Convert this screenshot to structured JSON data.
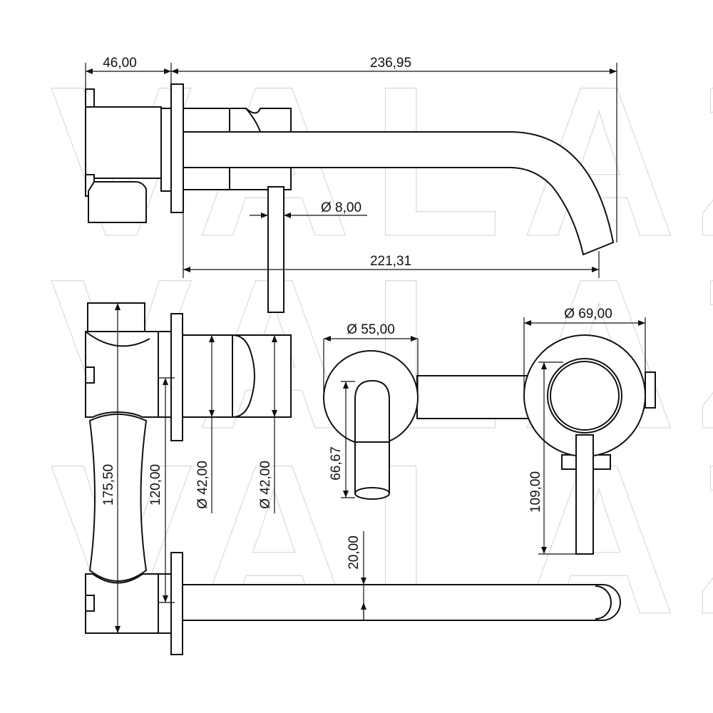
{
  "watermark": {
    "text": "VALAZ"
  },
  "dimensions": {
    "body_depth": "46,00",
    "overall_length": "236,95",
    "handle_diameter": "Ø 8,00",
    "spout_projection": "221,31",
    "body_height": "175,50",
    "outlet_spacing": "120,00",
    "escutcheon_dia_a": "Ø 42,00",
    "escutcheon_dia_b": "Ø 42,00",
    "spout_plate_dia": "Ø 55,00",
    "spout_drop": "66,67",
    "mixer_plate_dia": "Ø 69,00",
    "handle_length": "109,00",
    "spout_thickness": "20,00"
  },
  "colors": {
    "line": "#111111",
    "watermark": "#d9d9d9",
    "background": "#ffffff"
  }
}
